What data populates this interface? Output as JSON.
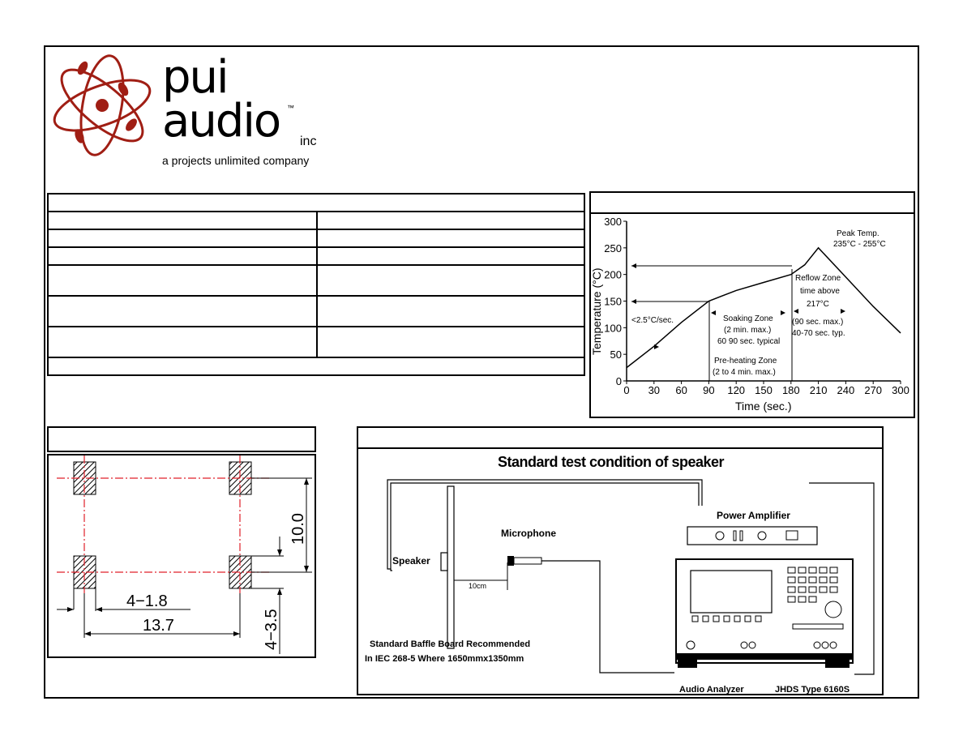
{
  "logo": {
    "line1": "pui",
    "line2": "audio",
    "tm": "™",
    "inc": "inc",
    "tagline": "a projects unlimited company"
  },
  "spec_table": {
    "header": "",
    "rows": [
      [
        "",
        ""
      ],
      [
        "",
        ""
      ],
      [
        "",
        ""
      ],
      [
        "",
        ""
      ],
      [
        "",
        ""
      ],
      [
        "",
        ""
      ]
    ],
    "footer": ""
  },
  "reflow_chart": {
    "title": "",
    "xlabel": "Time (sec.)",
    "ylabel": "Temperature (°C)",
    "x_ticks": [
      "0",
      "30",
      "60",
      "90",
      "120",
      "150",
      "180",
      "210",
      "240",
      "270",
      "300"
    ],
    "y_ticks": [
      "0",
      "50",
      "100",
      "150",
      "200",
      "250",
      "300"
    ],
    "annotations": {
      "peak1": "Peak Temp.",
      "peak2": "235°C - 255°C",
      "reflow1": "Reflow Zone",
      "reflow2": "time above",
      "reflow3": "217°C",
      "reflow4": "(90 sec. max.)",
      "reflow5": "40-70 sec. typ.",
      "soak1": "Soaking Zone",
      "soak2": "(2 min. max.)",
      "soak3": "60 90 sec. typical",
      "preheat1": "Pre-heating Zone",
      "preheat2": "(2 to 4 min. max.)",
      "rate": "<2.5°C/sec."
    }
  },
  "chart_data": {
    "type": "line",
    "title": "",
    "xlabel": "Time (sec.)",
    "ylabel": "Temperature (°C)",
    "xlim": [
      0,
      300
    ],
    "ylim": [
      0,
      300
    ],
    "x": [
      0,
      30,
      60,
      90,
      120,
      150,
      180,
      195,
      210,
      240,
      270,
      300
    ],
    "y": [
      25,
      65,
      110,
      150,
      170,
      185,
      200,
      218,
      250,
      195,
      140,
      90
    ]
  },
  "footprint": {
    "title": "",
    "dim_10": "10.0",
    "dim_pad": "4−1.8",
    "dim_137": "13.7",
    "dim_35": "4−3.5"
  },
  "test_setup": {
    "title": "",
    "heading": "Standard test condition of speaker",
    "power_amp": "Power Amplifier",
    "microphone": "Microphone",
    "speaker": "Speaker",
    "distance": "10cm",
    "baffle1": "Standard Baffle Board Recommended",
    "baffle2": "In IEC 268-5 Where 1650mmx1350mm",
    "analyzer": "Audio Analyzer",
    "analyzer_type": "JHDS Type 6160S"
  }
}
